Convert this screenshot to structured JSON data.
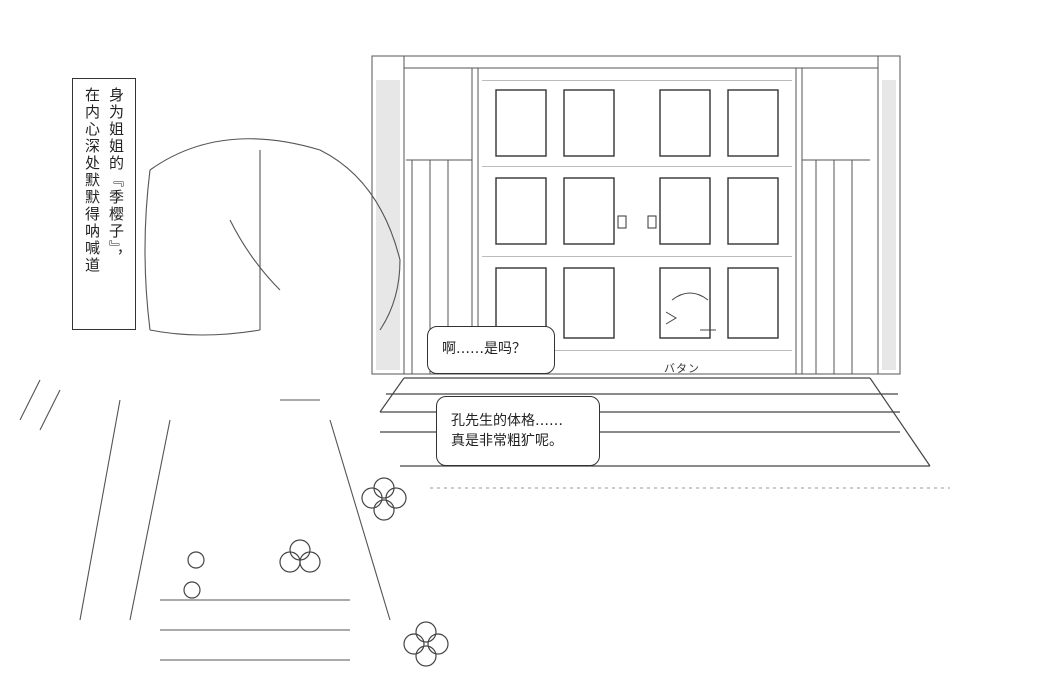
{
  "narration": {
    "col_right": "身为姐姐的『季樱子』，",
    "col_left": "在内心深处默默得呐喊道"
  },
  "speech": [
    {
      "text": "啊……是吗？"
    },
    {
      "line1": "孔先生的体格……",
      "line2": "真是非常粗犷呢。"
    }
  ],
  "sfx": "バタン"
}
